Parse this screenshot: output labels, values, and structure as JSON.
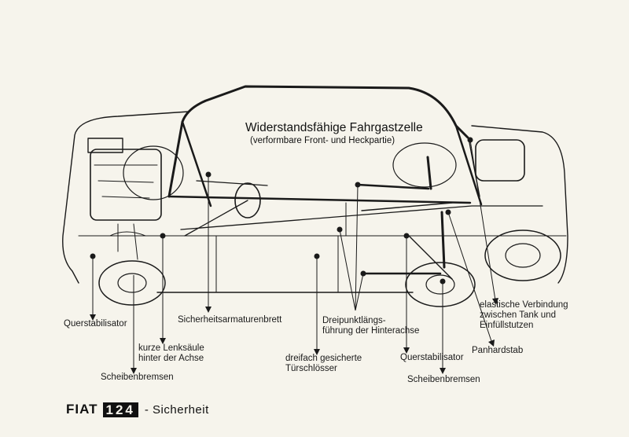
{
  "diagram": {
    "title": "Widerstandsfähige Fahrgastzelle",
    "subtitle": "(verformbare Front- und Heckpartie)",
    "callouts": {
      "querstabilisator_front": "Querstabilisator",
      "lenksaeule": "kurze Lenksäule\nhinter der Achse",
      "scheibenbremsen_front": "Scheibenbremsen",
      "armaturenbrett": "Sicherheitsarmaturenbrett",
      "tuerschloesser": "dreifach gesicherte\nTürschlösser",
      "dreipunkt": "Dreipunktlängs-\nführung der Hinterachse",
      "querstabilisator_rear": "Querstabilisator",
      "scheibenbremsen_rear": "Scheibenbremsen",
      "panhardstab": "Panhardstab",
      "elastische": "elastische Verbindung\nzwischen Tank und\nEinfüllstutzen"
    }
  },
  "caption": {
    "brand": "FIAT",
    "model": "124",
    "suffix": "- Sicherheit"
  }
}
